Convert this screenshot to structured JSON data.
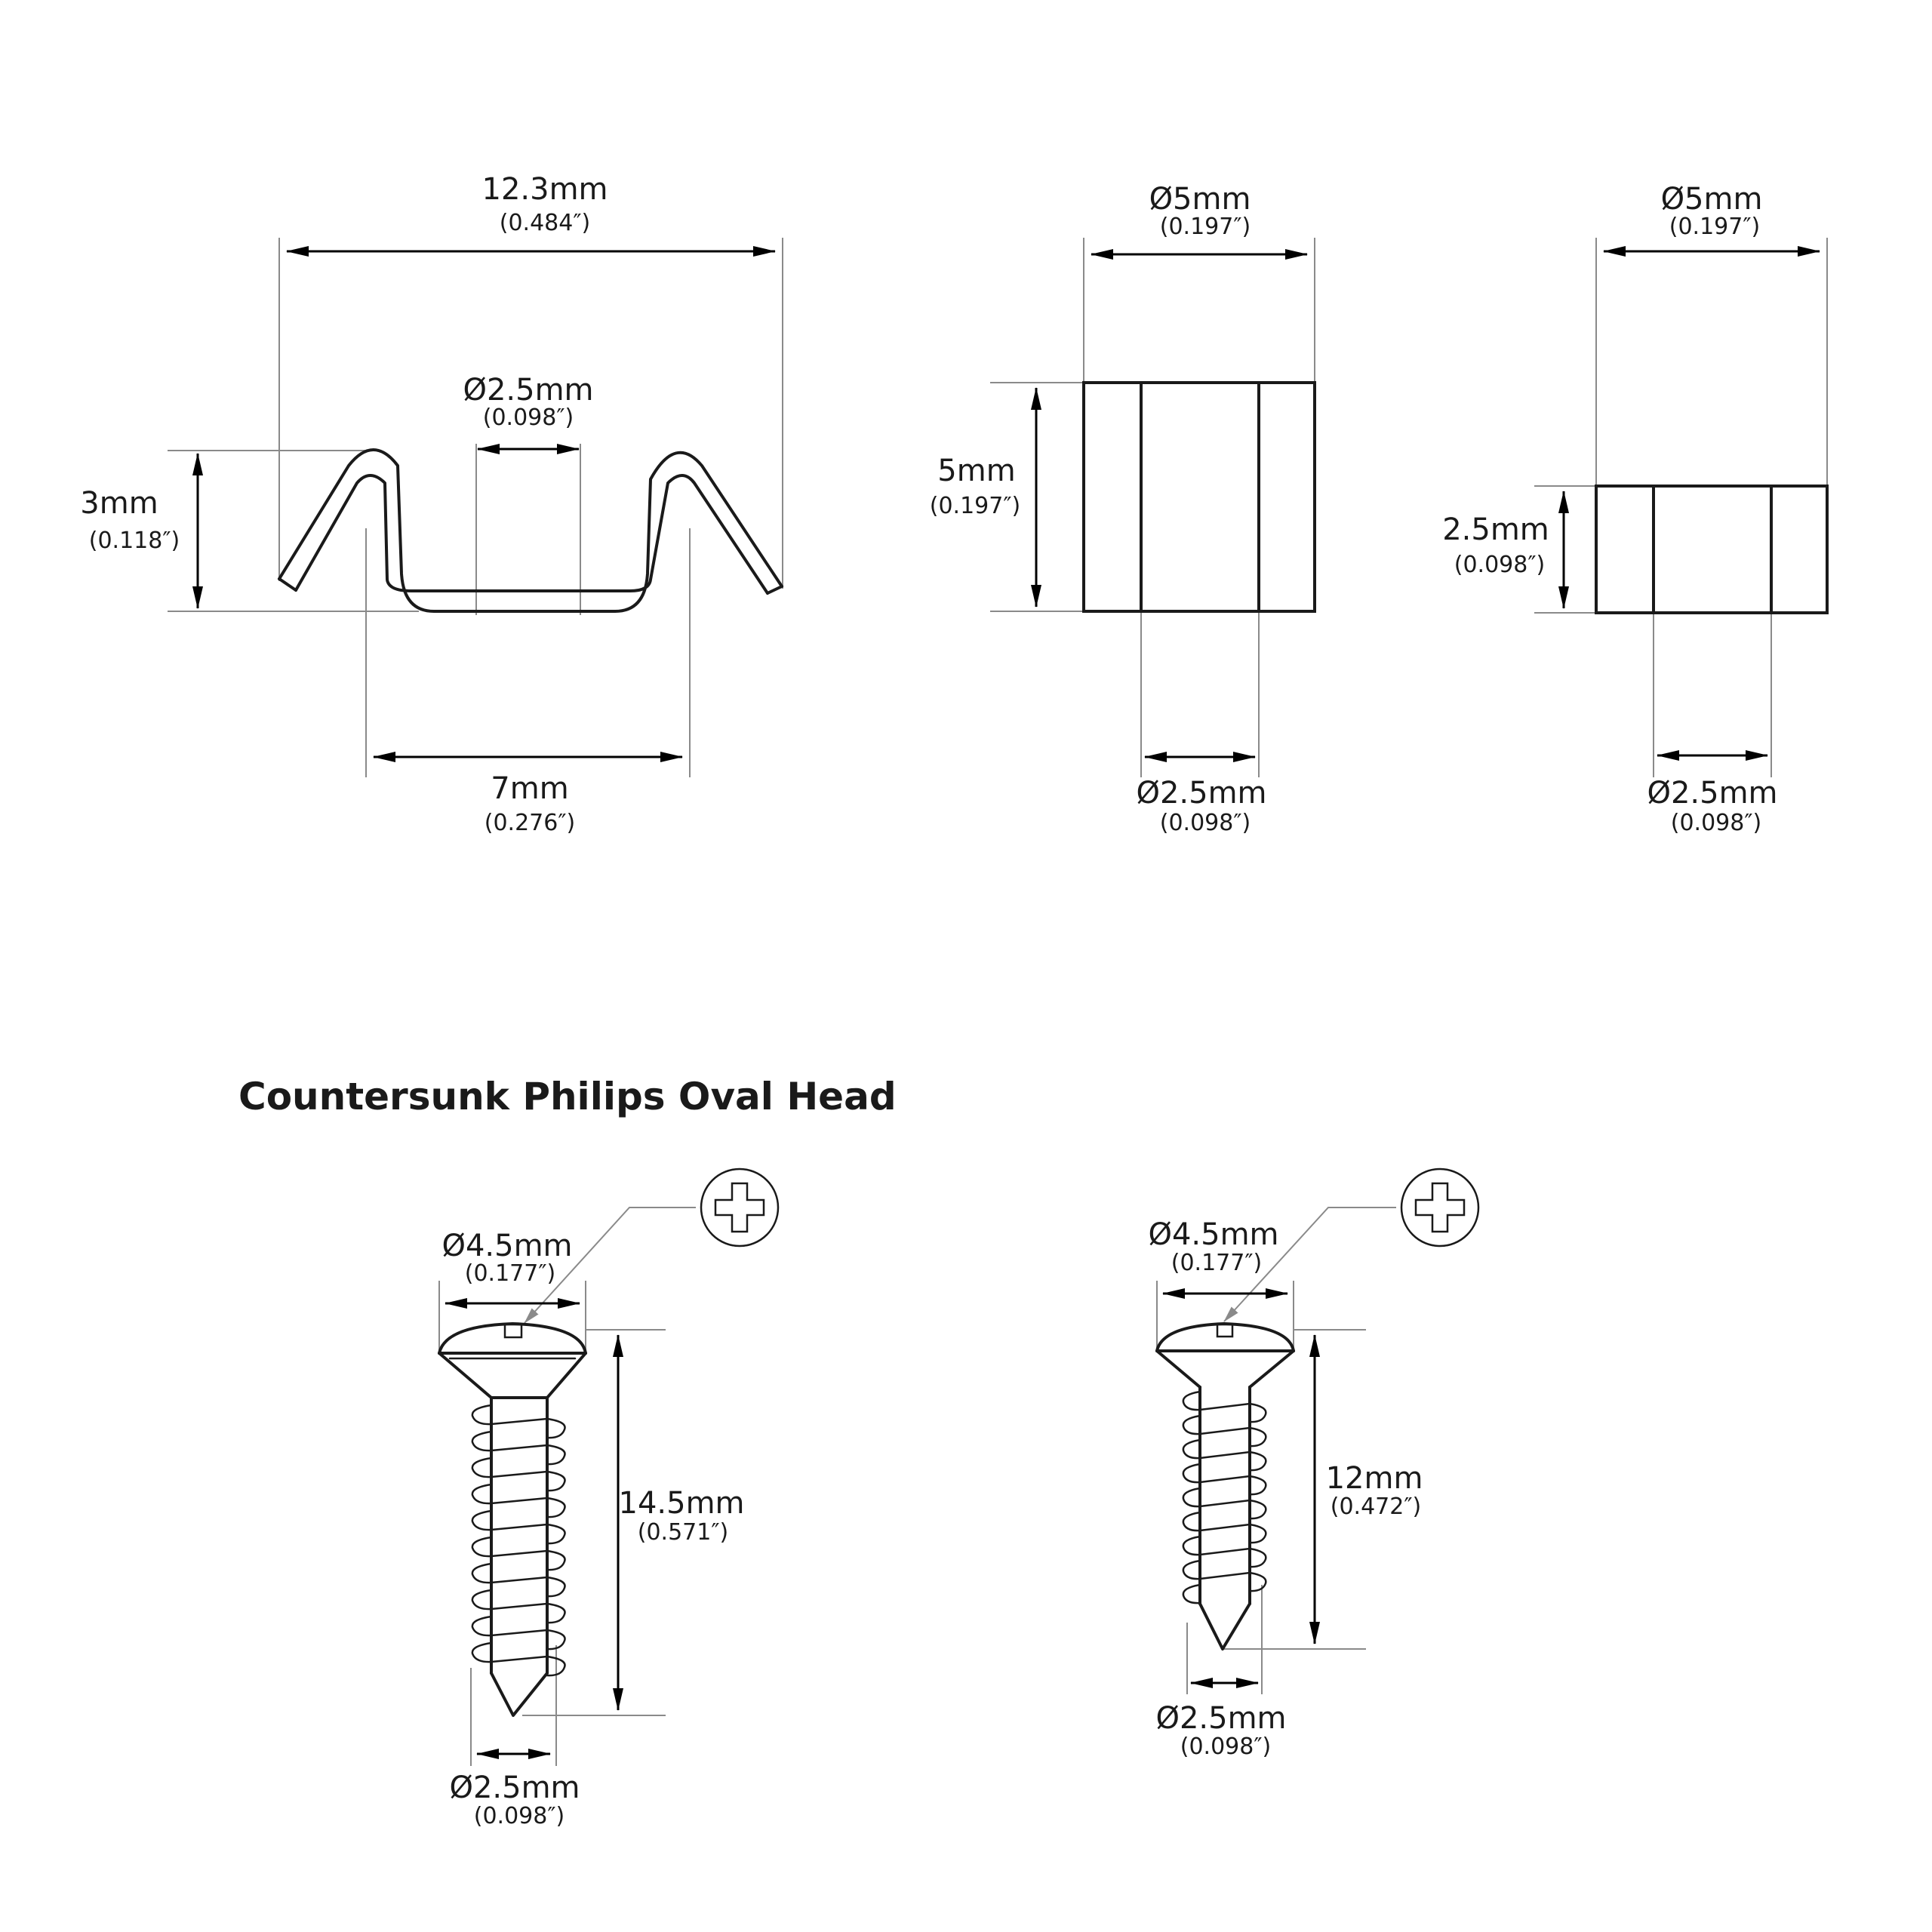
{
  "title": "Countersunk Philips Oval Head",
  "clip": {
    "width": {
      "mm": "12.3mm",
      "inch": "(0.484″)"
    },
    "hole": {
      "mm": "Ø2.5mm",
      "inch": "(0.098″)"
    },
    "height": {
      "mm": "3mm",
      "inch": "(0.118″)"
    },
    "spacing": {
      "mm": "7mm",
      "inch": "(0.276″)"
    }
  },
  "spacer_tall": {
    "outer": {
      "mm": "Ø5mm",
      "inch": "(0.197″)"
    },
    "height": {
      "mm": "5mm",
      "inch": "(0.197″)"
    },
    "inner": {
      "mm": "Ø2.5mm",
      "inch": "(0.098″)"
    }
  },
  "spacer_short": {
    "outer": {
      "mm": "Ø5mm",
      "inch": "(0.197″)"
    },
    "height": {
      "mm": "2.5mm",
      "inch": "(0.098″)"
    },
    "inner": {
      "mm": "Ø2.5mm",
      "inch": "(0.098″)"
    }
  },
  "screw_long": {
    "head": {
      "mm": "Ø4.5mm",
      "inch": "(0.177″)"
    },
    "length": {
      "mm": "14.5mm",
      "inch": "(0.571″)"
    },
    "shank": {
      "mm": "Ø2.5mm",
      "inch": "(0.098″)"
    }
  },
  "screw_short": {
    "head": {
      "mm": "Ø4.5mm",
      "inch": "(0.177″)"
    },
    "length": {
      "mm": "12mm",
      "inch": "(0.472″)"
    },
    "shank": {
      "mm": "Ø2.5mm",
      "inch": "(0.098″)"
    }
  },
  "icons": [
    "phillips-drive-icon"
  ]
}
